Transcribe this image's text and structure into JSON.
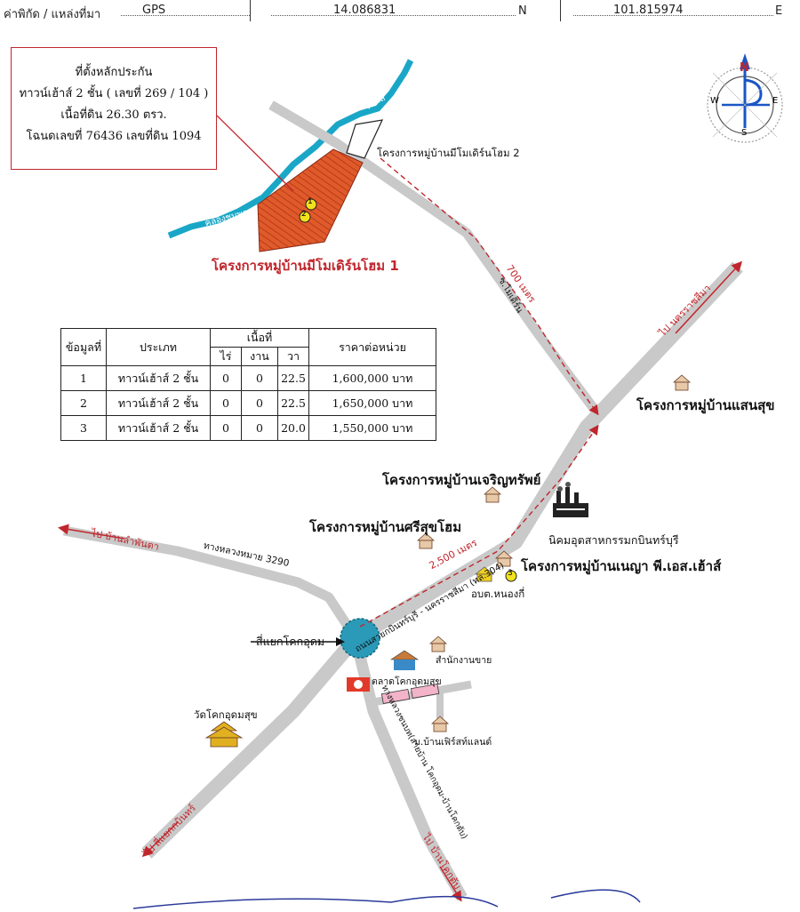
{
  "header": {
    "coord_label": "ค่าพิกัด / แหล่งที่มา",
    "source": "GPS",
    "latitude": "14.086831",
    "lat_dir": "N",
    "longitude": "101.815974",
    "lon_dir": "E"
  },
  "collateral": {
    "line1": "ที่ตั้งหลักประกัน",
    "line2": "ทาวน์เฮ้าส์ 2 ชั้น ( เลขที่ 269 / 104 )",
    "line3": "เนื้อที่ดิน 26.30 ตรว.",
    "line4": "โฉนดเลขที่ 76436 เลขที่ดิน 1094"
  },
  "compass": {
    "n": "N",
    "s": "S",
    "e": "E",
    "w": "W"
  },
  "table": {
    "headers": {
      "no": "ข้อมูลที่",
      "type": "ประเภท",
      "area": "เนื้อที่",
      "rai": "ไร่",
      "ngan": "งาน",
      "wa": "วา",
      "price": "ราคาต่อหน่วย"
    },
    "rows": [
      {
        "no": "1",
        "type": "ทาวน์เฮ้าส์ 2 ชั้น",
        "rai": "0",
        "ngan": "0",
        "wa": "22.5",
        "price": "1,600,000 บาท"
      },
      {
        "no": "2",
        "type": "ทาวน์เฮ้าส์ 2 ชั้น",
        "rai": "0",
        "ngan": "0",
        "wa": "22.5",
        "price": "1,650,000 บาท"
      },
      {
        "no": "3",
        "type": "ทาวน์เฮ้าส์ 2 ชั้น",
        "rai": "0",
        "ngan": "0",
        "wa": "20.0",
        "price": "1,550,000 บาท"
      }
    ]
  },
  "labels": {
    "project1": "โครงการหมู่บ้านมีโมเดิร์นโฮม 1",
    "project2": "โครงการหมู่บ้านมีโมเดิร์นโฮม 2",
    "canal1": "คลองชุมพล",
    "canal2": "คลองชุมพล",
    "soi": "ซ.โมเดิร์น",
    "dist700": "700 เมตร",
    "dist2500": "2,500 เมตร",
    "to_korat": "ไป นครราชสีมา",
    "saensuk": "โครงการหมู่บ้านแสนสุข",
    "charoen": "โครงการหมู่บ้านเจริญทรัพย์",
    "srisuk": "โครงการหมู่บ้านศรีสุขโฮม",
    "industrial": "นิคมอุตสาหกรรมกบินทร์บุรี",
    "nenya": "โครงการหมู่บ้านเนญา พี.เอส.เฮ้าส์",
    "obt": "อบต.หนองกี่",
    "to_lamphanta": "ไป บ้านลำพันตา",
    "hwy3290": "ทางหลวงหมาย 3290",
    "hwy304": "ถนนสายกบินทร์บุรี - นครราชสีมา (ทล.304)",
    "junction": "สี่แยกโคกอุดม",
    "labor": "สำนักงานขาย",
    "market": "ตลาดโคกอุดมสุข",
    "temple": "วัดโคกอุดมสุข",
    "moo_baan": "ม.บ้านเฟิร์สท์แลนด์",
    "rural_road": "ทางหลวงชนบท(สายบ้าน โคกอุดม-บ้านโคกตับ)",
    "to_sriwiang": "ไป สี่แยกกบินทร์",
    "to_koktab": "ไป บ้านโคกตับ"
  },
  "markers": [
    "1",
    "2",
    "3"
  ],
  "colors": {
    "road": "#c9c9c9",
    "canal": "#1aa7c7",
    "plot": "#e05a2a",
    "accent_red": "#c0262c",
    "roundabout": "#2a9ab8",
    "north_arrow": "#1a56c4",
    "marker": "#f2e21c"
  }
}
